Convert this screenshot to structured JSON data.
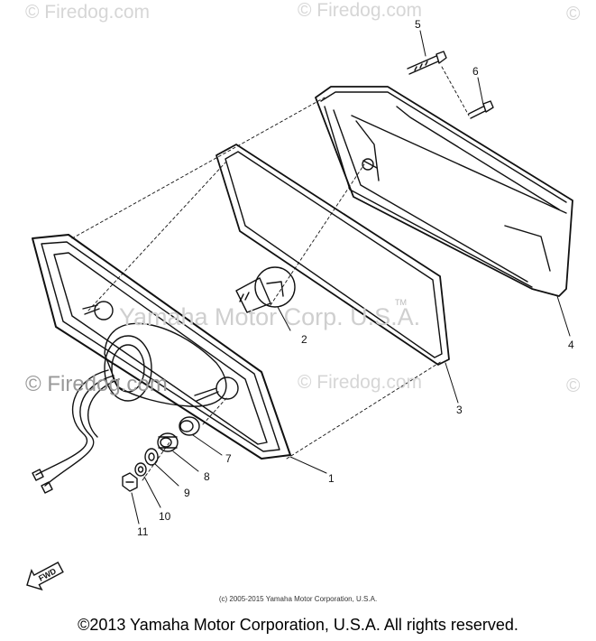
{
  "watermarks": {
    "firedog": "© Firedog.com",
    "firedog_partial": "©",
    "yamaha": "Yamaha Motor Corp. U.S.A.",
    "tm": "TM"
  },
  "callouts": [
    "1",
    "2",
    "3",
    "4",
    "5",
    "6",
    "7",
    "8",
    "9",
    "10",
    "11"
  ],
  "fwd_label": "FWD",
  "small_copyright": "(c) 2005-2015 Yamaha Motor Corporation, U.S.A.",
  "footer": "©2013 Yamaha Motor Corporation, U.S.A. All rights reserved."
}
